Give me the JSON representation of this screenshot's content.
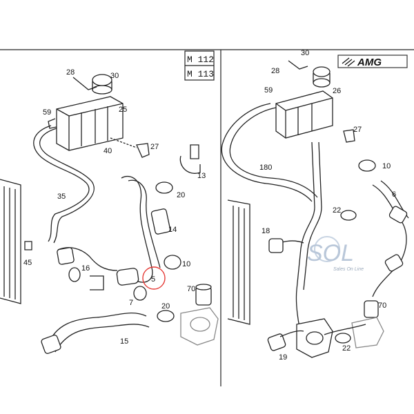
{
  "left_panel": {
    "engine_codes": [
      "M 112",
      "M 113"
    ],
    "highlight_color": "#e53935"
  },
  "right_panel": {
    "badge": "AMG"
  },
  "watermark": {
    "text": "SOL",
    "subtitle": "Sales On Line"
  },
  "callouts": {
    "left": {
      "c28": "28",
      "c30": "30",
      "c59": "59",
      "c25": "25",
      "c40": "40",
      "c27": "27",
      "c13": "13",
      "c20a": "20",
      "c35": "35",
      "c14": "14",
      "c45": "45",
      "c16": "16",
      "c10": "10",
      "c5": "5",
      "c7": "7",
      "c70": "70",
      "c20b": "20",
      "c15": "15"
    },
    "right": {
      "c30": "30",
      "c28": "28",
      "c59": "59",
      "c26": "26",
      "c27": "27",
      "c180": "180",
      "c10": "10",
      "c6": "6",
      "c22a": "22",
      "c18": "18",
      "c70": "70",
      "c22b": "22",
      "c19": "19"
    }
  }
}
